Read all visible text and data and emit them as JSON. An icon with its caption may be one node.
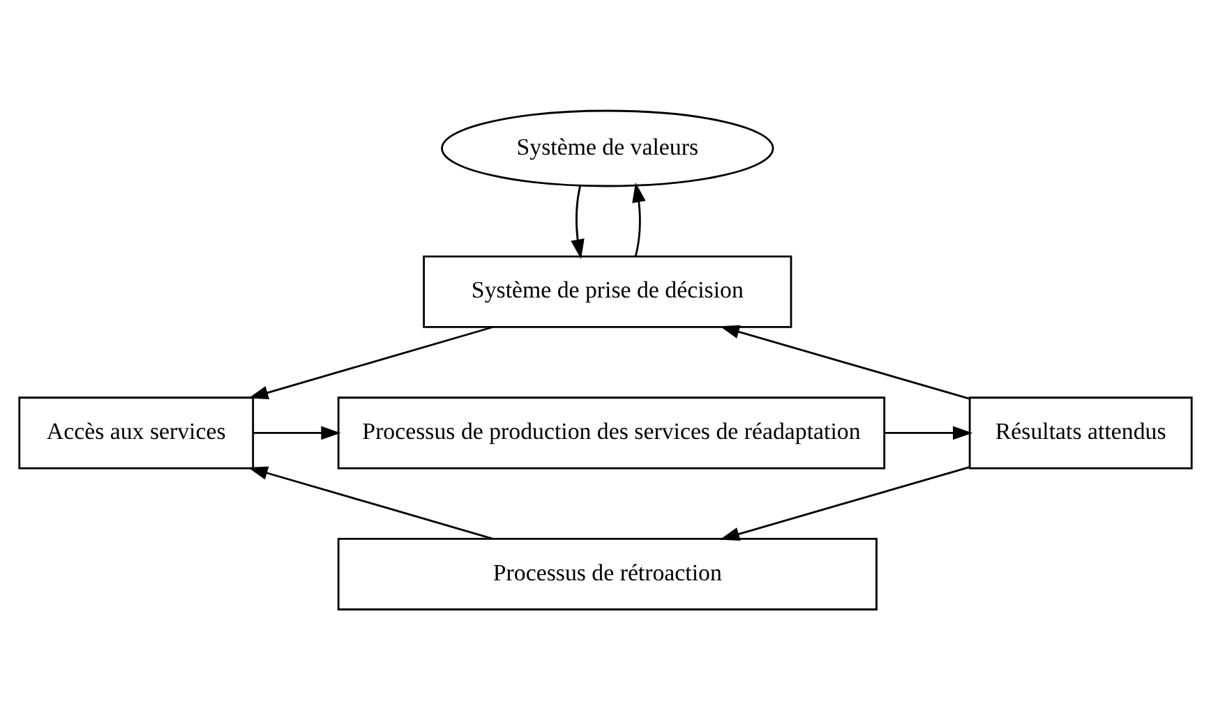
{
  "diagram": {
    "nodes": [
      {
        "text": [
          "Système de valeurs"
        ]
      },
      {
        "text": [
          "Système de prise de décision"
        ]
      },
      {
        "text": [
          "Accès aux services"
        ]
      },
      {
        "text": [
          "Processus de production des services de réadaptation"
        ]
      },
      {
        "text": [
          "Résultats attendus"
        ]
      },
      {
        "text": [
          "Processus de rétroaction"
        ]
      }
    ],
    "edges": [
      {
        "from": 1,
        "to": 0,
        "arrow": "to"
      },
      {
        "from": 0,
        "to": 1,
        "arrow": "to"
      },
      {
        "from": 1,
        "to": 2,
        "arrow": "to"
      },
      {
        "from": 2,
        "to": 3,
        "arrow": "to"
      },
      {
        "from": 3,
        "to": 4,
        "arrow": "to"
      },
      {
        "from": 4,
        "to": 1,
        "arrow": "to"
      },
      {
        "from": 4,
        "to": 5,
        "arrow": "to"
      },
      {
        "from": 5,
        "to": 2,
        "arrow": "to"
      }
    ]
  }
}
